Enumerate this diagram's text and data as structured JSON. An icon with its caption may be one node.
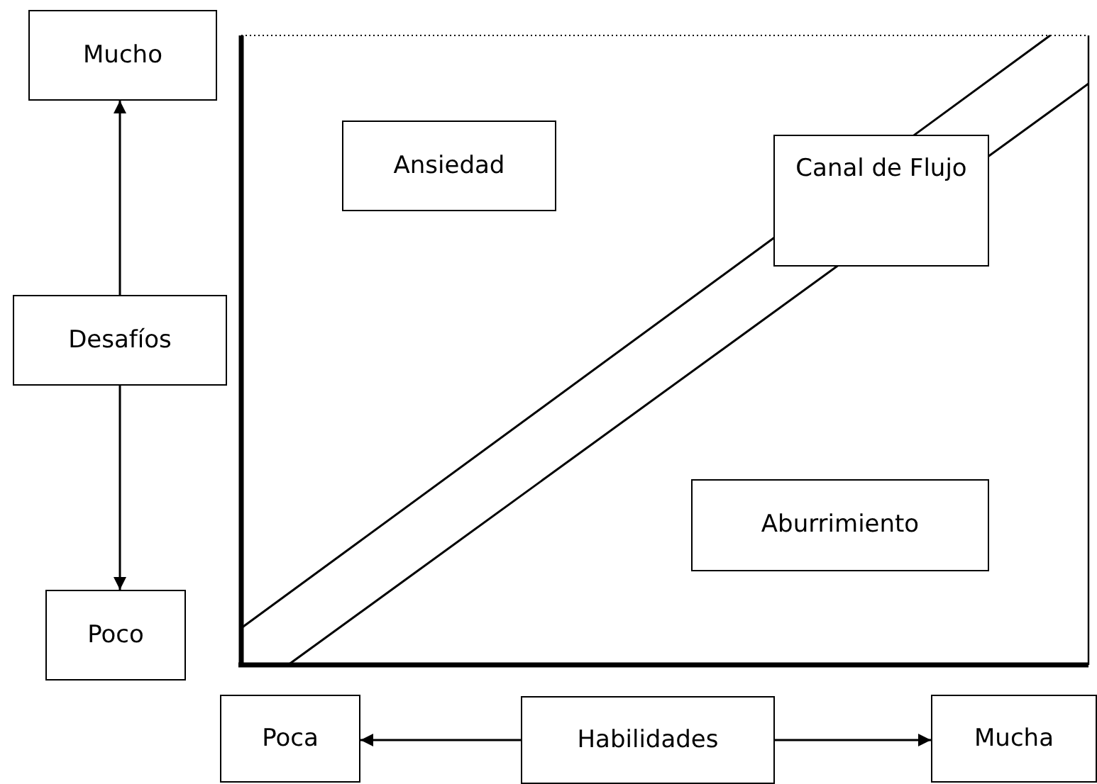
{
  "diagram": {
    "nodes": [
      {
        "text": [
          "Mucho"
        ]
      },
      {
        "text": [
          "Ansiedad"
        ]
      },
      {
        "text": [
          "Canal de Flujo"
        ]
      },
      {
        "text": [
          "Desafíos"
        ]
      },
      {
        "text": [
          "Aburrimiento"
        ]
      },
      {
        "text": [
          "Poco"
        ]
      },
      {
        "text": [
          "Poca"
        ]
      },
      {
        "text": [
          "Habilidades"
        ]
      },
      {
        "text": [
          "Mucha"
        ]
      }
    ],
    "edges": [
      {
        "from": 3,
        "to": 0,
        "arrow": "to"
      },
      {
        "from": 3,
        "to": 5,
        "arrow": "to"
      },
      {
        "from": 7,
        "to": 6,
        "arrow": "to"
      },
      {
        "from": 7,
        "to": 8,
        "arrow": "to"
      }
    ]
  }
}
